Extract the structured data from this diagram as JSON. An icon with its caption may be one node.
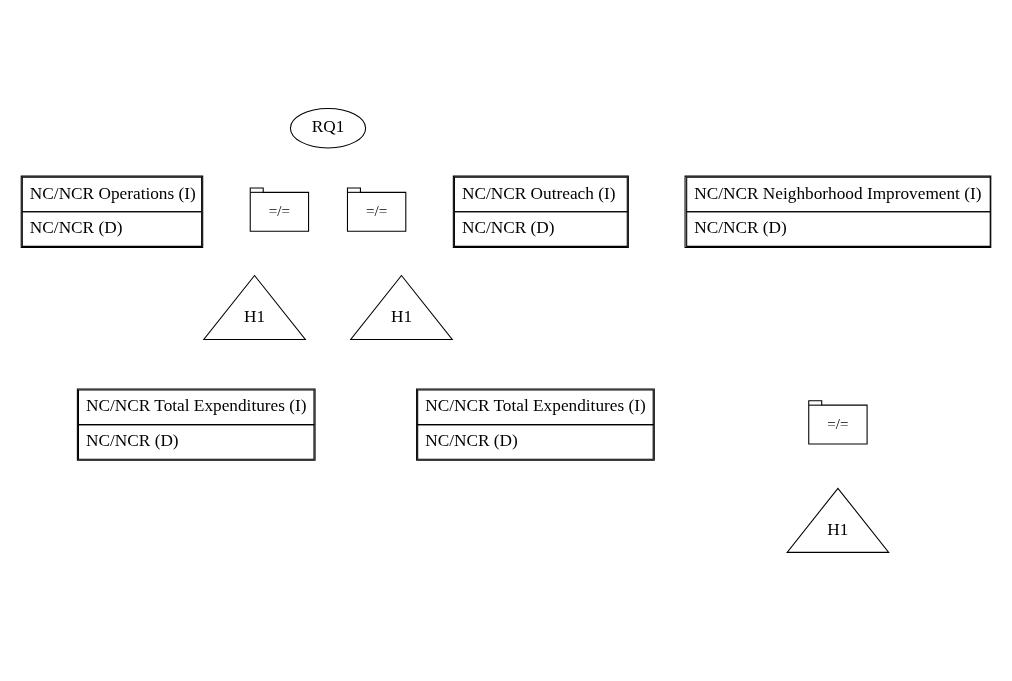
{
  "diagram": {
    "nodes": [
      {
        "text": [
          "RQ1"
        ]
      },
      {
        "text": [
          "NC/NCR Operations (I)",
          "NC/NCR (D)"
        ]
      },
      {
        "text": [
          "=/="
        ]
      },
      {
        "text": [
          "H1"
        ]
      },
      {
        "text": [
          "NC/NCR Neighborhood Improvement (I)",
          "NC/NCR (D)"
        ]
      },
      {
        "text": [
          "=/="
        ]
      },
      {
        "text": [
          "H1"
        ]
      },
      {
        "text": [
          "NC/NCR Outreach (I)",
          "NC/NCR (D)"
        ]
      },
      {
        "text": [
          "NC/NCR Total Expenditures (I)",
          "NC/NCR (D)"
        ]
      },
      {
        "text": [
          "=/="
        ]
      },
      {
        "text": [
          "H1"
        ]
      },
      {
        "text": [
          "NC/NCR Total Expenditures (I)",
          "NC/NCR (D)"
        ]
      }
    ]
  }
}
